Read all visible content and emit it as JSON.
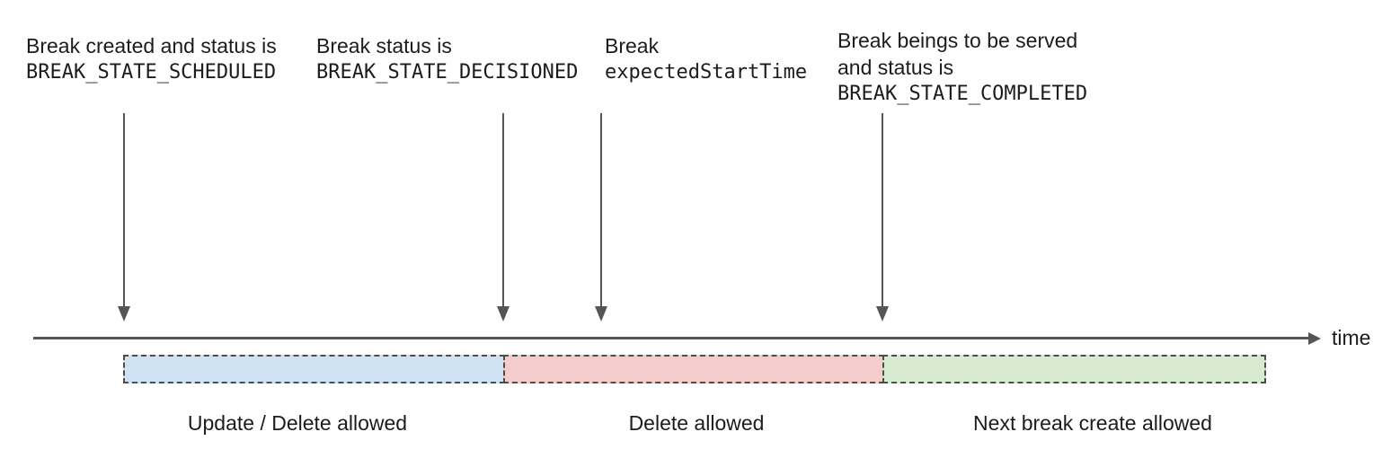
{
  "colors": {
    "line": "#555555",
    "text": "#1c1c1c",
    "segment_border": "#4d4d4d"
  },
  "annotations": [
    {
      "line1": "Break created and status is",
      "line2": "BREAK_STATE_SCHEDULED"
    },
    {
      "line1": "Break status is",
      "line2": "BREAK_STATE_DECISIONED"
    },
    {
      "line1": "Break",
      "line2": "expectedStartTime"
    },
    {
      "line1": "Break beings to be served",
      "line2": "and status is",
      "line3": "BREAK_STATE_COMPLETED"
    }
  ],
  "timeline": {
    "axis_label": "time"
  },
  "segments": [
    {
      "label": "Update / Delete allowed",
      "fill": "#cfe2f3"
    },
    {
      "label": "Delete allowed",
      "fill": "#f4cccc"
    },
    {
      "label": "Next break create allowed",
      "fill": "#d9ead3"
    }
  ]
}
